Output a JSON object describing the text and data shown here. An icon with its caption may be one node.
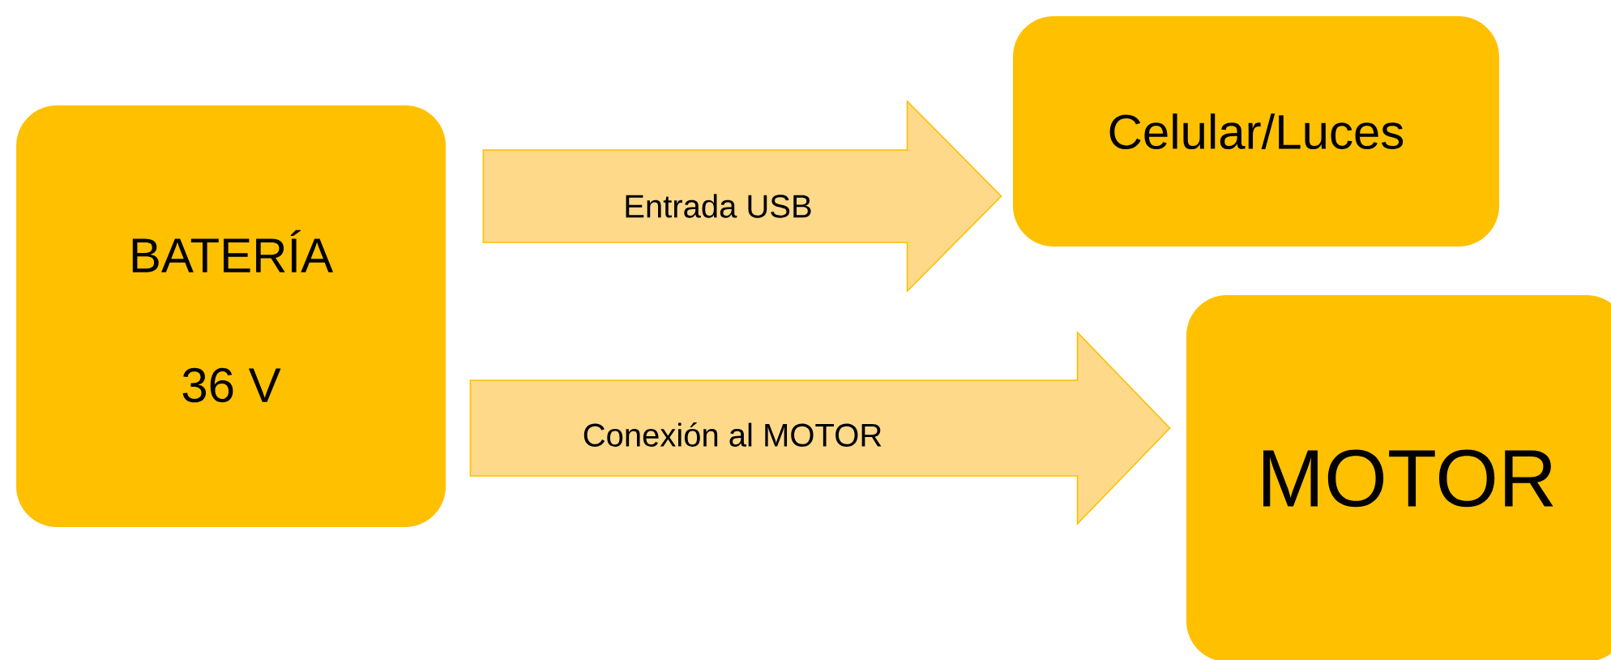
{
  "diagram": {
    "nodes": [
      {
        "text": [
          "BATERÍA",
          "36 V"
        ]
      },
      {
        "text": [
          "Celular/Luces"
        ]
      },
      {
        "text": [
          "MOTOR"
        ]
      }
    ],
    "edges": [
      {
        "from": 0,
        "to": 1,
        "arrow": "to",
        "label": "Entrada USB"
      },
      {
        "from": 0,
        "to": 2,
        "arrow": "to",
        "label": "Conexión al MOTOR"
      }
    ]
  }
}
